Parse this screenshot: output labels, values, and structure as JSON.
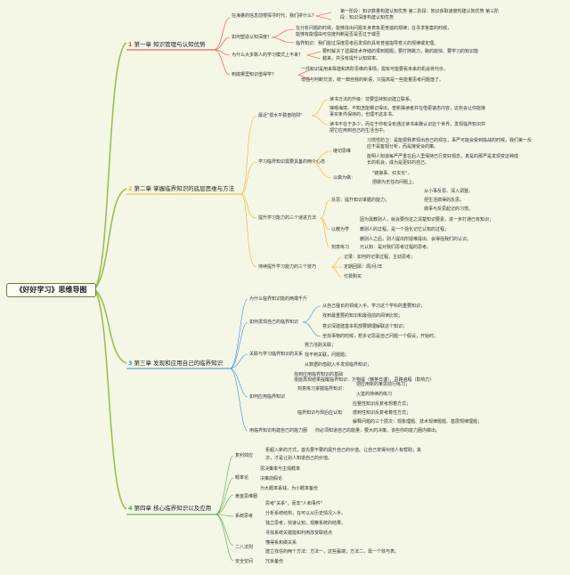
{
  "root": "《好好学习》思维导图",
  "colors": {
    "c1": "#e2453a",
    "c2": "#f0b429",
    "c3": "#3b8ed8",
    "c4": "#4aa84a",
    "root_line": "#9bbf4c"
  },
  "chapters": [
    {
      "num": "1",
      "title": "第一章 知识管理与认知优势",
      "q1": "在海量的信息前慢探寻时代，我们拼什么？",
      "q1_ans": [
        "第一阶段：知识数量构建认知优势 第二阶段：知识获取速度构建认知优势 第三阶",
        "段：知识深度构建认知优势"
      ],
      "q2": "如何塑造认知深度？",
      "q2_ans": [
        "在分析问题的时候，能够找出问题本身表象更普遍的规律；在寻求答案的时候，",
        "能够有能理由可信度判断是否是否过于或否",
        "临界知识：我们能过深度思考后发现的具有普遍指导意义的规律或定理。"
      ],
      "q3": "为什么大多数人的学习模式上不来？",
      "q3_ans": [
        "要时解决了遗漏技术存储的很到题题；要打随跳力，跑的能快、要学习的知识能",
        "越来，并没有提升认知效率。"
      ],
      "q4": "到底哪里知识值得学？",
      "q4_ans": [
        "一件知识是用来靠建和高阶思维的事情，需有可能要看未来的机会将代价。",
        "增强与判断交流，统一典自我的新语，只提高是一些能量思考问题值了。"
      ]
    },
    {
      "num": "2",
      "title": "第二章 掌握临界知识的底层思维与方法",
      "a": "最近\"很水平勤奋陷阱\"",
      "a_ans": [
        "读书方法的升级：非要坚持知识建立联系。",
        "接嗯海境，不知怎能哪记得出，查新摆读者并在借更速态内容，这些会让你能接",
        "事实条件保持的，也理不这本书。",
        "读书不在于多少，而在于你有没有通过读书来赚认识这个世界，发现临界知识并",
        "把它应用到自己的生活当中。"
      ],
      "b": "学习临界知识需要具备的两个心态",
      "b1": "继切思维",
      "b1_ans": [
        "习惯性防卫：是能把我表现出自己的现在，事严可能会受到挑战的时候，我们第一反",
        "应不是客观分析，而是接受会的策。",
        "能明人知道每严严重在后人里保持已行变好观念，真是的那严是发现变这种成",
        "长的机会，成为是更好的自己。"
      ],
      "b2": "以做为做：",
      "b2_ans": [
        "\"链接事、红实长\"。",
        "把做为无任向问题上。"
      ],
      "c": "提升学习能力的三个递进方法",
      "c1": "反思：提升知识掌握的能力；",
      "c1_ans": [
        "从小事反思、深入调整。",
        "把生活搞得的反思。",
        "做事与反思起记的习惯。"
      ],
      "c2": "以教为学",
      "c2_ans": [
        "因为需教别人，就会要你这之清楚知识要素，进一步打通已有知识；",
        "教别人的过程，是一个强化记忆认知的过程；",
        "教别人之后，别人提出所疑难提出、会得强我们的认识。"
      ],
      "c3": "刻意练习",
      "c3_ans": [
        "元认知：是对我们思考过程的思考。"
      ],
      "d": "持续提升学习能力的三个技巧",
      "d_ans": [
        "记录：如何的记录过程，主动思考；",
        "定期回顾：周/月/年",
        "付费购买"
      ]
    },
    {
      "num": "3",
      "title": "第三章 发现和应用自己的临界知识",
      "a": "为什么临界知识能的两端千斤",
      "b": "如何发现自己的临界知识",
      "b_ans": [
        "从自己擅长的领域入手。学习这个学科的重要知识；",
        "找到最重要的知识和最强前的阅读比较；",
        "意识深建建基本机部要期理解联这个知识；",
        "坐找事物的时候，想多记思是自己问题一个假设，开始时。"
      ],
      "c": "关联与学习临界知识的关系",
      "c_ans": [
        "努力活跃关联；",
        "找不到关联，问题题；",
        "从数据的借助入手发现临界知识；"
      ],
      "d": "如何应用临界知识",
      "d1": "找到应用临界知识的基础",
      "d1_ans": [
        "很能再现结果提醒临界知识：万物提（精英日课）、思路遍程（影响力）"
      ],
      "d2": "刻意练习掌握临界知识：",
      "d2_ans": [
        "把应用新的某思前行练习；",
        "火鉴的持续的练习"
      ],
      "d3": "临界知识与规后应认知",
      "d3_ans": [
        "应整性知识反复考想着方式；",
        "感到性知识反复考着性方式；",
        "解释问题的三个层次：现象理题、技术规律题题、基层规律理题；"
      ],
      "e": "用临界知识构建自己的能力圈",
      "e_ans": [
        "你必须知道自己的能量，要大的决策，该些你的能力圈内做出。"
      ]
    },
    {
      "num": "4",
      "title": "第四章 核心临界知识以及应用",
      "a": "复利效应",
      "a_ans": [
        "拒超入新的方式，首先要不要的提升自己的价值。让自己变得对他人有帮助；其",
        "次，才是让别人知道自己的价值。"
      ],
      "b": "概率论",
      "b_ans": [
        "思决策率与主观概率",
        "决策前假论",
        "为大概率丢钱，为小概率备份"
      ],
      "c": "黄金思维圈",
      "d": "系统思考",
      "d_ans": [
        "思考\"关系\"，而非\"人和事件\"",
        "分析系统结构，在可以从历史情况入手。",
        "独立思考，快速认知，观察系统的结果。",
        "寻找系统关键能和利用改变联结点"
      ],
      "e": "二八法则",
      "e_ans": [
        "懂得系和做关系",
        "建立找任的两个方法：方法一，这些赢端；方法二，需一个效与表。"
      ],
      "f": "安全空间",
      "f_ans": [
        "冗余备份"
      ]
    }
  ]
}
